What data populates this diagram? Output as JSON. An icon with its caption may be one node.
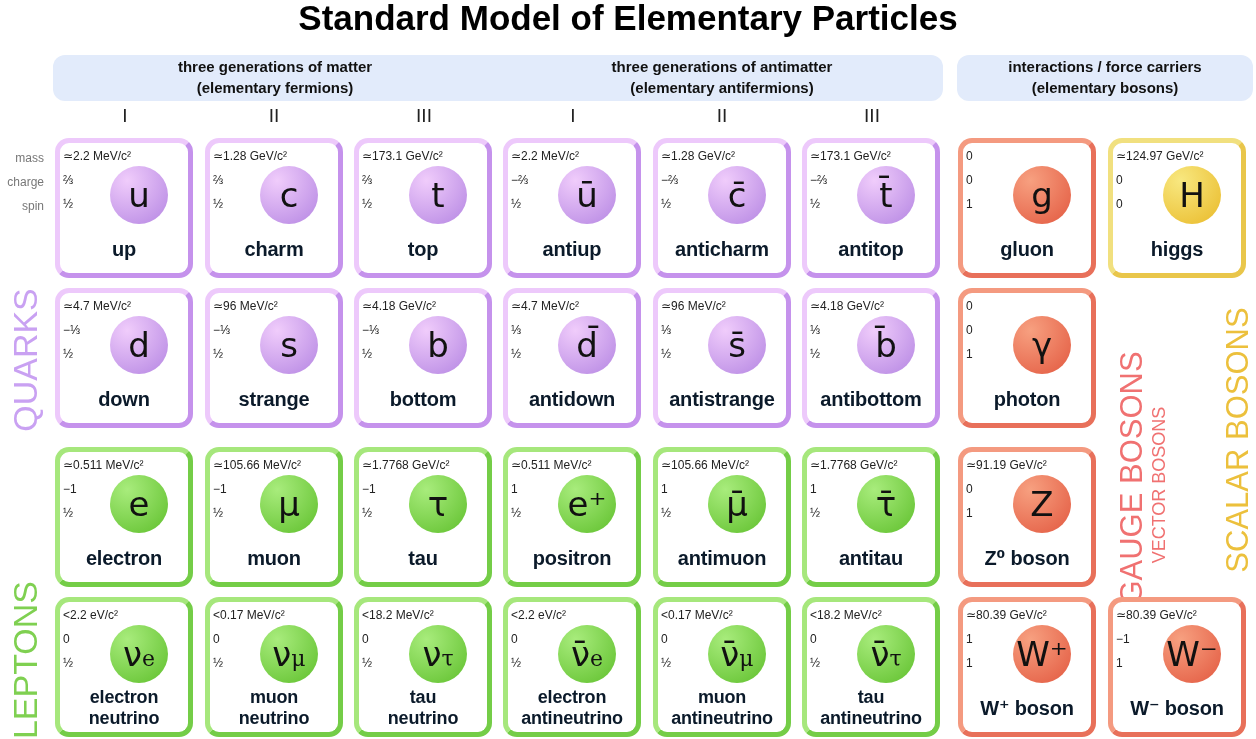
{
  "diagram": {
    "title": "Standard Model of Elementary Particles",
    "nodes": [
      {
        "text": [
          "three generations of matter (elementary fermions)",
          "three generations of antimatter (elementary antifermions)"
        ]
      },
      {
        "text": [
          "interactions / force carriers (elementary bosons)"
        ]
      },
      {
        "text": [
          "≃2.2 MeV/c²",
          "⅔",
          "½",
          "up"
        ]
      },
      {
        "text": [
          "u"
        ],
        "in": 2
      },
      {
        "text": [
          "≃1.28 GeV/c²",
          "⅔",
          "½",
          "charm"
        ]
      },
      {
        "text": [
          "c"
        ],
        "in": 4
      },
      {
        "text": [
          "≃173.1 GeV/c²",
          "⅔",
          "½",
          "top"
        ]
      },
      {
        "text": [
          "t"
        ],
        "in": 6
      },
      {
        "text": [
          "≃2.2 MeV/c²",
          "−⅔",
          "½",
          "antiup"
        ]
      },
      {
        "text": [
          "ū"
        ],
        "in": 8
      },
      {
        "text": [
          "≃1.28 GeV/c²",
          "−⅔",
          "½",
          "anticharm"
        ]
      },
      {
        "text": [
          "c̄"
        ],
        "in": 10
      },
      {
        "text": [
          "≃173.1 GeV/c²",
          "−⅔",
          "½",
          "antitop"
        ]
      },
      {
        "text": [
          "t̄"
        ],
        "in": 12
      },
      {
        "text": [
          "0",
          "0",
          "1",
          "gluon"
        ]
      },
      {
        "text": [
          "g"
        ],
        "in": 14
      },
      {
        "text": [
          "≃124.97 GeV/c²",
          "0",
          "0",
          "higgs"
        ]
      },
      {
        "text": [
          "H"
        ],
        "in": 16
      },
      {
        "text": [
          "≃4.7 MeV/c²",
          "−⅓",
          "½",
          "down"
        ]
      },
      {
        "text": [
          "d"
        ],
        "in": 18
      },
      {
        "text": [
          "≃96 MeV/c²",
          "−⅓",
          "½",
          "strange"
        ]
      },
      {
        "text": [
          "s"
        ],
        "in": 20
      },
      {
        "text": [
          "≃4.18 GeV/c²",
          "−⅓",
          "½",
          "bottom"
        ]
      },
      {
        "text": [
          "b"
        ],
        "in": 22
      },
      {
        "text": [
          "≃4.7 MeV/c²",
          "⅓",
          "½",
          "antidown"
        ]
      },
      {
        "text": [
          "d̄"
        ],
        "in": 24
      },
      {
        "text": [
          "≃96 MeV/c²",
          "⅓",
          "½",
          "antistrange"
        ]
      },
      {
        "text": [
          "s̄"
        ],
        "in": 26
      },
      {
        "text": [
          "≃4.18 GeV/c²",
          "⅓",
          "½",
          "antibottom"
        ]
      },
      {
        "text": [
          "b̄"
        ],
        "in": 28
      },
      {
        "text": [
          "0",
          "0",
          "1",
          "photon"
        ]
      },
      {
        "text": [
          "γ"
        ],
        "in": 30
      },
      {
        "text": [
          "≃0.511 MeV/c²",
          "−1",
          "½",
          "electron"
        ]
      },
      {
        "text": [
          "e"
        ],
        "in": 32
      },
      {
        "text": [
          "≃105.66 MeV/c²",
          "−1",
          "½",
          "muon"
        ]
      },
      {
        "text": [
          "μ"
        ],
        "in": 34
      },
      {
        "text": [
          "≃1.7768 GeV/c²",
          "−1",
          "½",
          "tau"
        ]
      },
      {
        "text": [
          "τ"
        ],
        "in": 36
      },
      {
        "text": [
          "≃0.511 MeV/c²",
          "1",
          "½",
          "positron"
        ]
      },
      {
        "text": [
          "e⁺"
        ],
        "in": 38
      },
      {
        "text": [
          "≃105.66 MeV/c²",
          "1",
          "½",
          "antimuon"
        ]
      },
      {
        "text": [
          "μ̄"
        ],
        "in": 40
      },
      {
        "text": [
          "≃1.7768 GeV/c²",
          "1",
          "½",
          "antitau"
        ]
      },
      {
        "text": [
          "τ̄"
        ],
        "in": 42
      },
      {
        "text": [
          "≃91.19 GeV/c²",
          "0",
          "1",
          "Z⁰ boson"
        ]
      },
      {
        "text": [
          "Z"
        ],
        "in": 44
      },
      {
        "text": [
          "<2.2 eV/c²",
          "0",
          "½",
          "electron neutrino"
        ]
      },
      {
        "text": [
          "ν$_{e}$"
        ],
        "in": 46
      },
      {
        "text": [
          "<0.17 MeV/c²",
          "0",
          "½",
          "muon neutrino"
        ]
      },
      {
        "text": [
          "ν$_{μ}$"
        ],
        "in": 48
      },
      {
        "text": [
          "<18.2 MeV/c²",
          "0",
          "½",
          "tau neutrino"
        ]
      },
      {
        "text": [
          "ν$_{τ}$"
        ],
        "in": 50
      },
      {
        "text": [
          "<2.2 eV/c²",
          "0",
          "½",
          "electron antineutrino"
        ]
      },
      {
        "text": [
          "ν̄$_{e}$"
        ],
        "in": 52
      },
      {
        "text": [
          "<0.17 MeV/c²",
          "0",
          "½",
          "muon antineutrino"
        ]
      },
      {
        "text": [
          "ν̄$_{μ}$"
        ],
        "in": 54
      },
      {
        "text": [
          "<18.2 MeV/c²",
          "0",
          "½",
          "tau antineutrino"
        ]
      },
      {
        "text": [
          "ν̄$_{τ}$"
        ],
        "in": 56
      },
      {
        "text": [
          "≃80.39 GeV/c²",
          "1",
          "1",
          "W⁺ boson"
        ]
      },
      {
        "text": [
          "W⁺"
        ],
        "in": 58
      },
      {
        "text": [
          "≃80.39 GeV/c²",
          "−1",
          "1",
          "W⁻ boson"
        ]
      },
      {
        "text": [
          "W⁻"
        ],
        "in": 60
      }
    ],
    "labels": [
      "I",
      "II",
      "III",
      "I",
      "II",
      "III",
      "mass",
      "charge",
      "spin",
      "QUARKS",
      "GAUGE BOSONS",
      "VECTOR BOSONS",
      "SCALAR BOSONS",
      "LEPTONS"
    ]
  }
}
